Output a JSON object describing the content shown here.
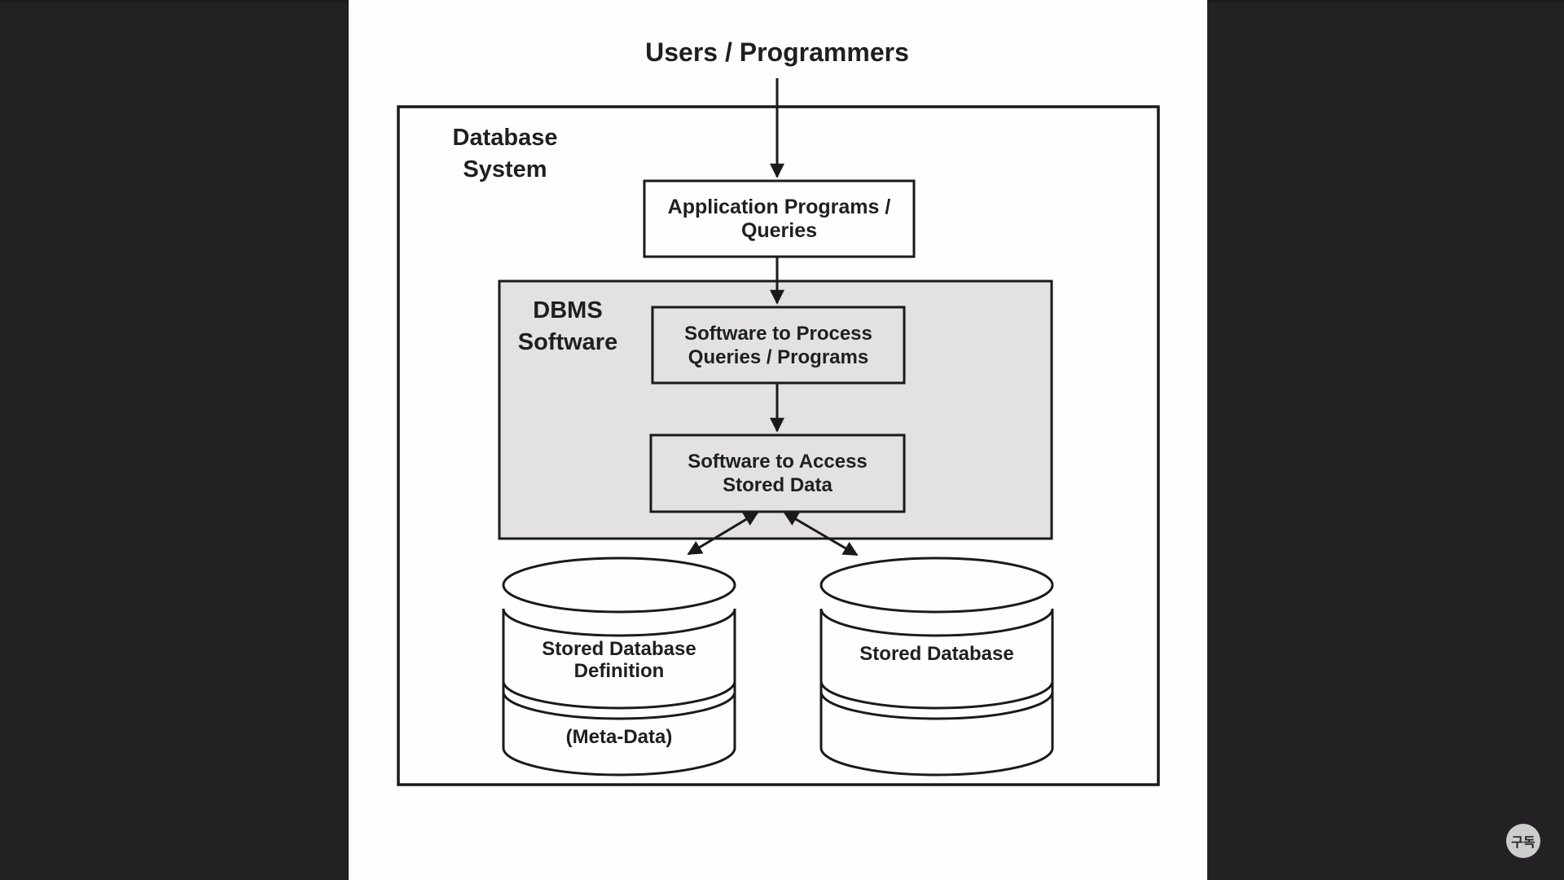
{
  "page": {
    "letterbox_color": "#242124",
    "panel_color": "#fefefe",
    "stroke_color": "#1a1a1a",
    "text_color": "#1f1f1f",
    "box_gray": "#e3e1e2"
  },
  "diagram": {
    "users_label": "Users / Programmers",
    "outer_box": {
      "lines": [
        "Database",
        "System"
      ]
    },
    "app_box": {
      "lines": [
        "Application Programs /",
        "Queries"
      ]
    },
    "dbms_box": {
      "lines": [
        "DBMS",
        "Software"
      ]
    },
    "process_box": {
      "lines": [
        "Software to Process",
        "Queries / Programs"
      ]
    },
    "access_box": {
      "lines": [
        "Software to Access",
        "Stored Data"
      ]
    },
    "metadata_cylinder": {
      "lines": [
        "Stored Database",
        "Definition"
      ],
      "sublabel": "(Meta-Data)"
    },
    "database_cylinder": {
      "label": "Stored Database"
    }
  },
  "subscribe_button": {
    "label": "구독",
    "bg": "#cdcdcd"
  }
}
